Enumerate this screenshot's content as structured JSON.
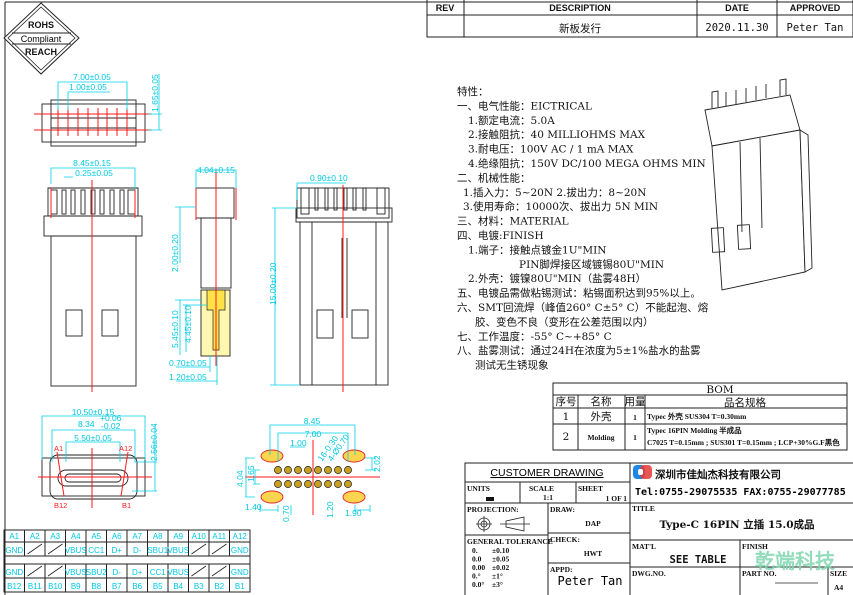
{
  "logo": {
    "top": "ROHS",
    "middle": "Compliant",
    "bottom": "REACH"
  },
  "revision_table": {
    "headers": [
      "REV",
      "DESCRIPTION",
      "DATE",
      "APPROVED"
    ],
    "row": {
      "rev": "",
      "description": "新板发行",
      "date": "2020.11.30",
      "approved": "Peter Tan"
    }
  },
  "dimensions": {
    "top_view": [
      "7.00±0.05",
      "1.00±0.05",
      "1.65±0.05"
    ],
    "front_view": [
      "8.45±0.15",
      "0.25±0.05"
    ],
    "side_view": [
      "4.04±0.15",
      "2.00±0.20",
      "5.45±0.10",
      "4.45±0.10",
      "0.70±0.05",
      "1.20±0.05"
    ],
    "right_view": [
      "0.90±0.10",
      "15.00±0.20"
    ],
    "end_view": [
      "10.50±0.15",
      "8.34",
      "+0.06",
      "-0.02",
      "5.50±0.05",
      "2.56±0.04",
      "A1",
      "A12",
      "B12",
      "B1"
    ],
    "footprint": [
      "8.45",
      "7.00",
      "1.00",
      "16-0.30",
      "4-Ø0.70",
      "4.04",
      "1.65",
      "2.02",
      "1.40",
      "0.70",
      "1.20",
      "1.90"
    ]
  },
  "specs": [
    "特性：",
    "一、电气性能：EICTRICAL",
    "1.额定电流：5.0A",
    "2.接触阻抗：40 MILLIOHMS MAX",
    "3.耐电压：100V AC / 1 mA MAX",
    "4.绝缘阻抗：150V DC/100 MEGA OHMS MIN",
    "二、机械性能：",
    "1.插入力：5~20N  2.拔出力：8~20N",
    "3.使用寿命：10000次、拔出力 5N MIN",
    "三、材料：MATERIAL",
    "四、电镀:FINISH",
    "1.端子：接触点镀金1U\"MIN",
    "PIN脚焊接区域镀锡80U\"MIN",
    "2.外壳：镀镍80U\"MIN（盐雾48H）",
    "五、电镀品需做粘锡测试：粘锡面积达到95%以上。",
    "六、SMT回流焊（峰值260° C±5° C）不能起泡、熔",
    "胶、变色不良（变形在公差范围以内）",
    "七、工作温度：-55° C~+85° C",
    "八、盐雾测试：通过24H在浓度为5±1%盐水的盐雾",
    "测试无生锈现象"
  ],
  "bom": {
    "title": "BOM",
    "headers": [
      "序号",
      "名称",
      "用量",
      "品名规格"
    ],
    "rows": [
      {
        "no": "1",
        "name": "外壳",
        "qty": "1",
        "spec1": "Typec 外壳 SUS304 T=0.30mm",
        "spec2": ""
      },
      {
        "no": "2",
        "name": "Molding",
        "qty": "1",
        "spec1": "Typec 16PIN Molding 半成品",
        "spec2": "C7025 T=0.15mm ; SUS301 T=0.15mm ; LCP+30%G.F黑色"
      }
    ]
  },
  "title_block": {
    "customer_drawing": "CUSTOMER DRAWING",
    "units_label": "UNITS",
    "units_value": "mm",
    "scale_label": "SCALE",
    "scale_value": "1:1",
    "sheet_label": "SHEET",
    "sheet_value": "1 OF 1",
    "projection_label": "PROJECTION:",
    "draw_label": "DRAW:",
    "draw_value": "DAP",
    "check_label": "CHECK:",
    "check_value": "HWT",
    "appd_label": "APPD:",
    "appd_value": "Peter Tan",
    "tolerance_label": "GENERAL TOLERANCE",
    "tolerances": [
      [
        "0.",
        "±0.10"
      ],
      [
        "0.0",
        "±0.05"
      ],
      [
        "0.00",
        "±0.02"
      ],
      [
        "0.°",
        "±1°"
      ],
      [
        "0.0°",
        "±3°"
      ]
    ],
    "company": "深圳市佳灿杰科技有限公司",
    "contact": "Tel:0755-29075535 FAX:0755-29077785",
    "title_label": "TITLE",
    "title_value": "Type-C 16PIN 立插 15.0成品",
    "matl_label": "MAT'L",
    "matl_value": "SEE TABLE",
    "finish_label": "FINISH",
    "dwg_label": "DWG.NO.",
    "part_label": "PART NO.",
    "size_label": "SIZE",
    "size_value": "A4",
    "watermark": "乾端科技"
  },
  "pin_table": {
    "top_ids": [
      "A1",
      "A2",
      "A3",
      "A4",
      "A5",
      "A6",
      "A7",
      "A8",
      "A9",
      "A10",
      "A11",
      "A12"
    ],
    "top_signals": [
      "GND",
      "",
      "",
      "VBUS",
      "CC1",
      "D+",
      "D-",
      "SBU1",
      "VBUS",
      "",
      "",
      "GND"
    ],
    "bottom_signals": [
      "GND",
      "",
      "",
      "VBUS",
      "SBU2",
      "D-",
      "D+",
      "CC1",
      "VBUS",
      "",
      "",
      "GND"
    ],
    "bottom_ids": [
      "B12",
      "B11",
      "B10",
      "B9",
      "B8",
      "B7",
      "B6",
      "B5",
      "B4",
      "B3",
      "B2",
      "B1"
    ]
  },
  "colors": {
    "dimension": "#00d0e8",
    "centerline": "#ff1a1a",
    "logo_blue": "#1e88e5",
    "logo_red": "#e53935",
    "watermark": "#7fd6b0"
  }
}
